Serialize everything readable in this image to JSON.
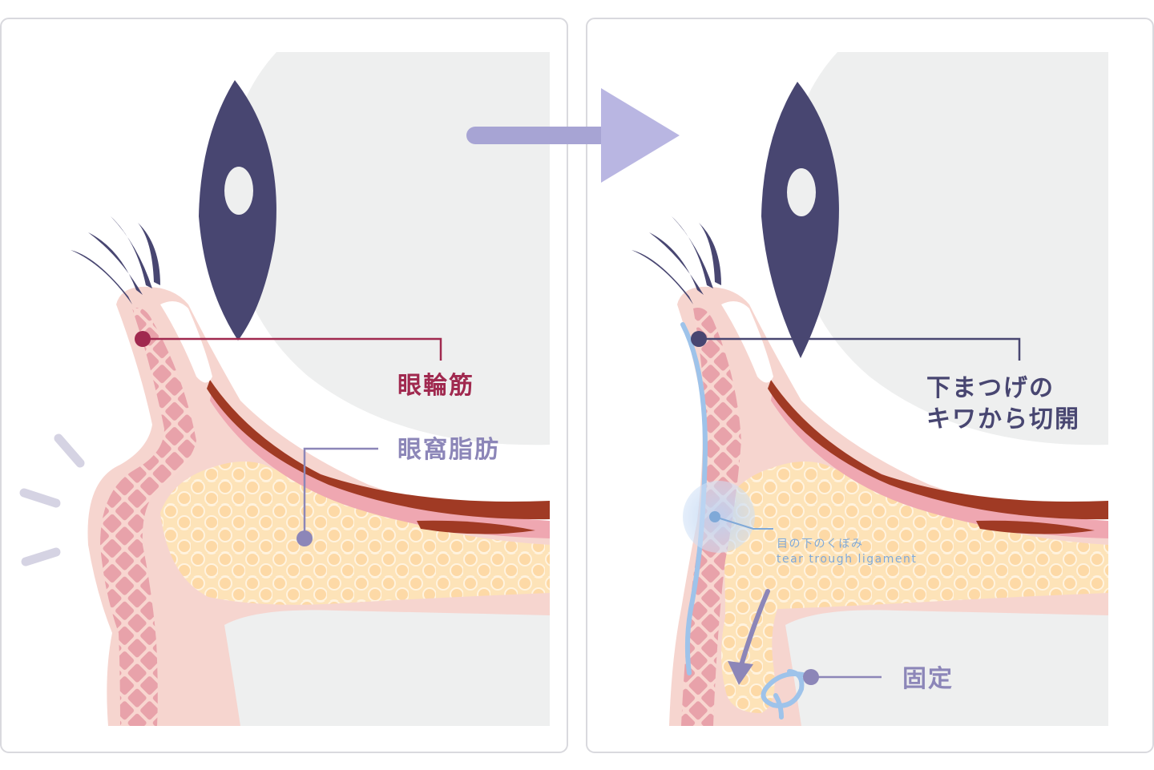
{
  "left_panel": {
    "orbicularis_label": "眼輪筋",
    "orbital_fat_label": "眼窩脂肪"
  },
  "right_panel": {
    "incision_label_line1": "下まつげの",
    "incision_label_line2": "キワから切開",
    "hollow_label_jp": "目の下のくぼみ",
    "hollow_label_en": "tear trough ligament",
    "fixation_label": "固定"
  },
  "colors": {
    "eye_dark": "#484671",
    "muscle_red": "#a0294f",
    "fat_purple": "#8c86b8",
    "skin": "#f6d5cf",
    "muscle_pink": "#e9a3ab",
    "fat": "#fde3b8",
    "arrow": "#a7a4d4",
    "line_blue": "#9ec3ea"
  },
  "icons": [
    "right-arrow-icon",
    "impact-lines-icon"
  ]
}
